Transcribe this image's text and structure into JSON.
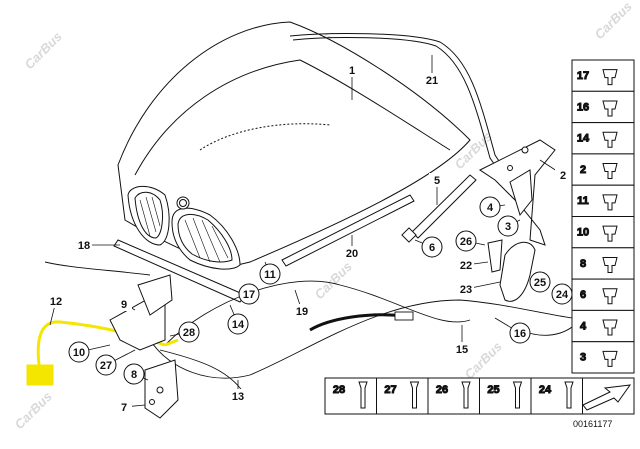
{
  "watermark": "CarBus",
  "diagram_number": "00161177",
  "callouts": [
    {
      "id": "1",
      "label": "1"
    },
    {
      "id": "21",
      "label": "21"
    },
    {
      "id": "2",
      "label": "2"
    },
    {
      "id": "5",
      "label": "5"
    },
    {
      "id": "4",
      "label": "4"
    },
    {
      "id": "3",
      "label": "3"
    },
    {
      "id": "6",
      "label": "6"
    },
    {
      "id": "26",
      "label": "26"
    },
    {
      "id": "22",
      "label": "22"
    },
    {
      "id": "23",
      "label": "23"
    },
    {
      "id": "25",
      "label": "25"
    },
    {
      "id": "24",
      "label": "24"
    },
    {
      "id": "16",
      "label": "16"
    },
    {
      "id": "15",
      "label": "15"
    },
    {
      "id": "18",
      "label": "18"
    },
    {
      "id": "20",
      "label": "20"
    },
    {
      "id": "11",
      "label": "11"
    },
    {
      "id": "17",
      "label": "17"
    },
    {
      "id": "14",
      "label": "14"
    },
    {
      "id": "19",
      "label": "19"
    },
    {
      "id": "12",
      "label": "12"
    },
    {
      "id": "9",
      "label": "9"
    },
    {
      "id": "28",
      "label": "28"
    },
    {
      "id": "10",
      "label": "10"
    },
    {
      "id": "27",
      "label": "27"
    },
    {
      "id": "8",
      "label": "8"
    },
    {
      "id": "7",
      "label": "7"
    },
    {
      "id": "13",
      "label": "13"
    }
  ],
  "side_panel": [
    "17",
    "16",
    "14",
    "2",
    "11",
    "10",
    "8",
    "6",
    "4",
    "3"
  ],
  "bottom_panel": [
    "28",
    "27",
    "26",
    "25",
    "24"
  ]
}
